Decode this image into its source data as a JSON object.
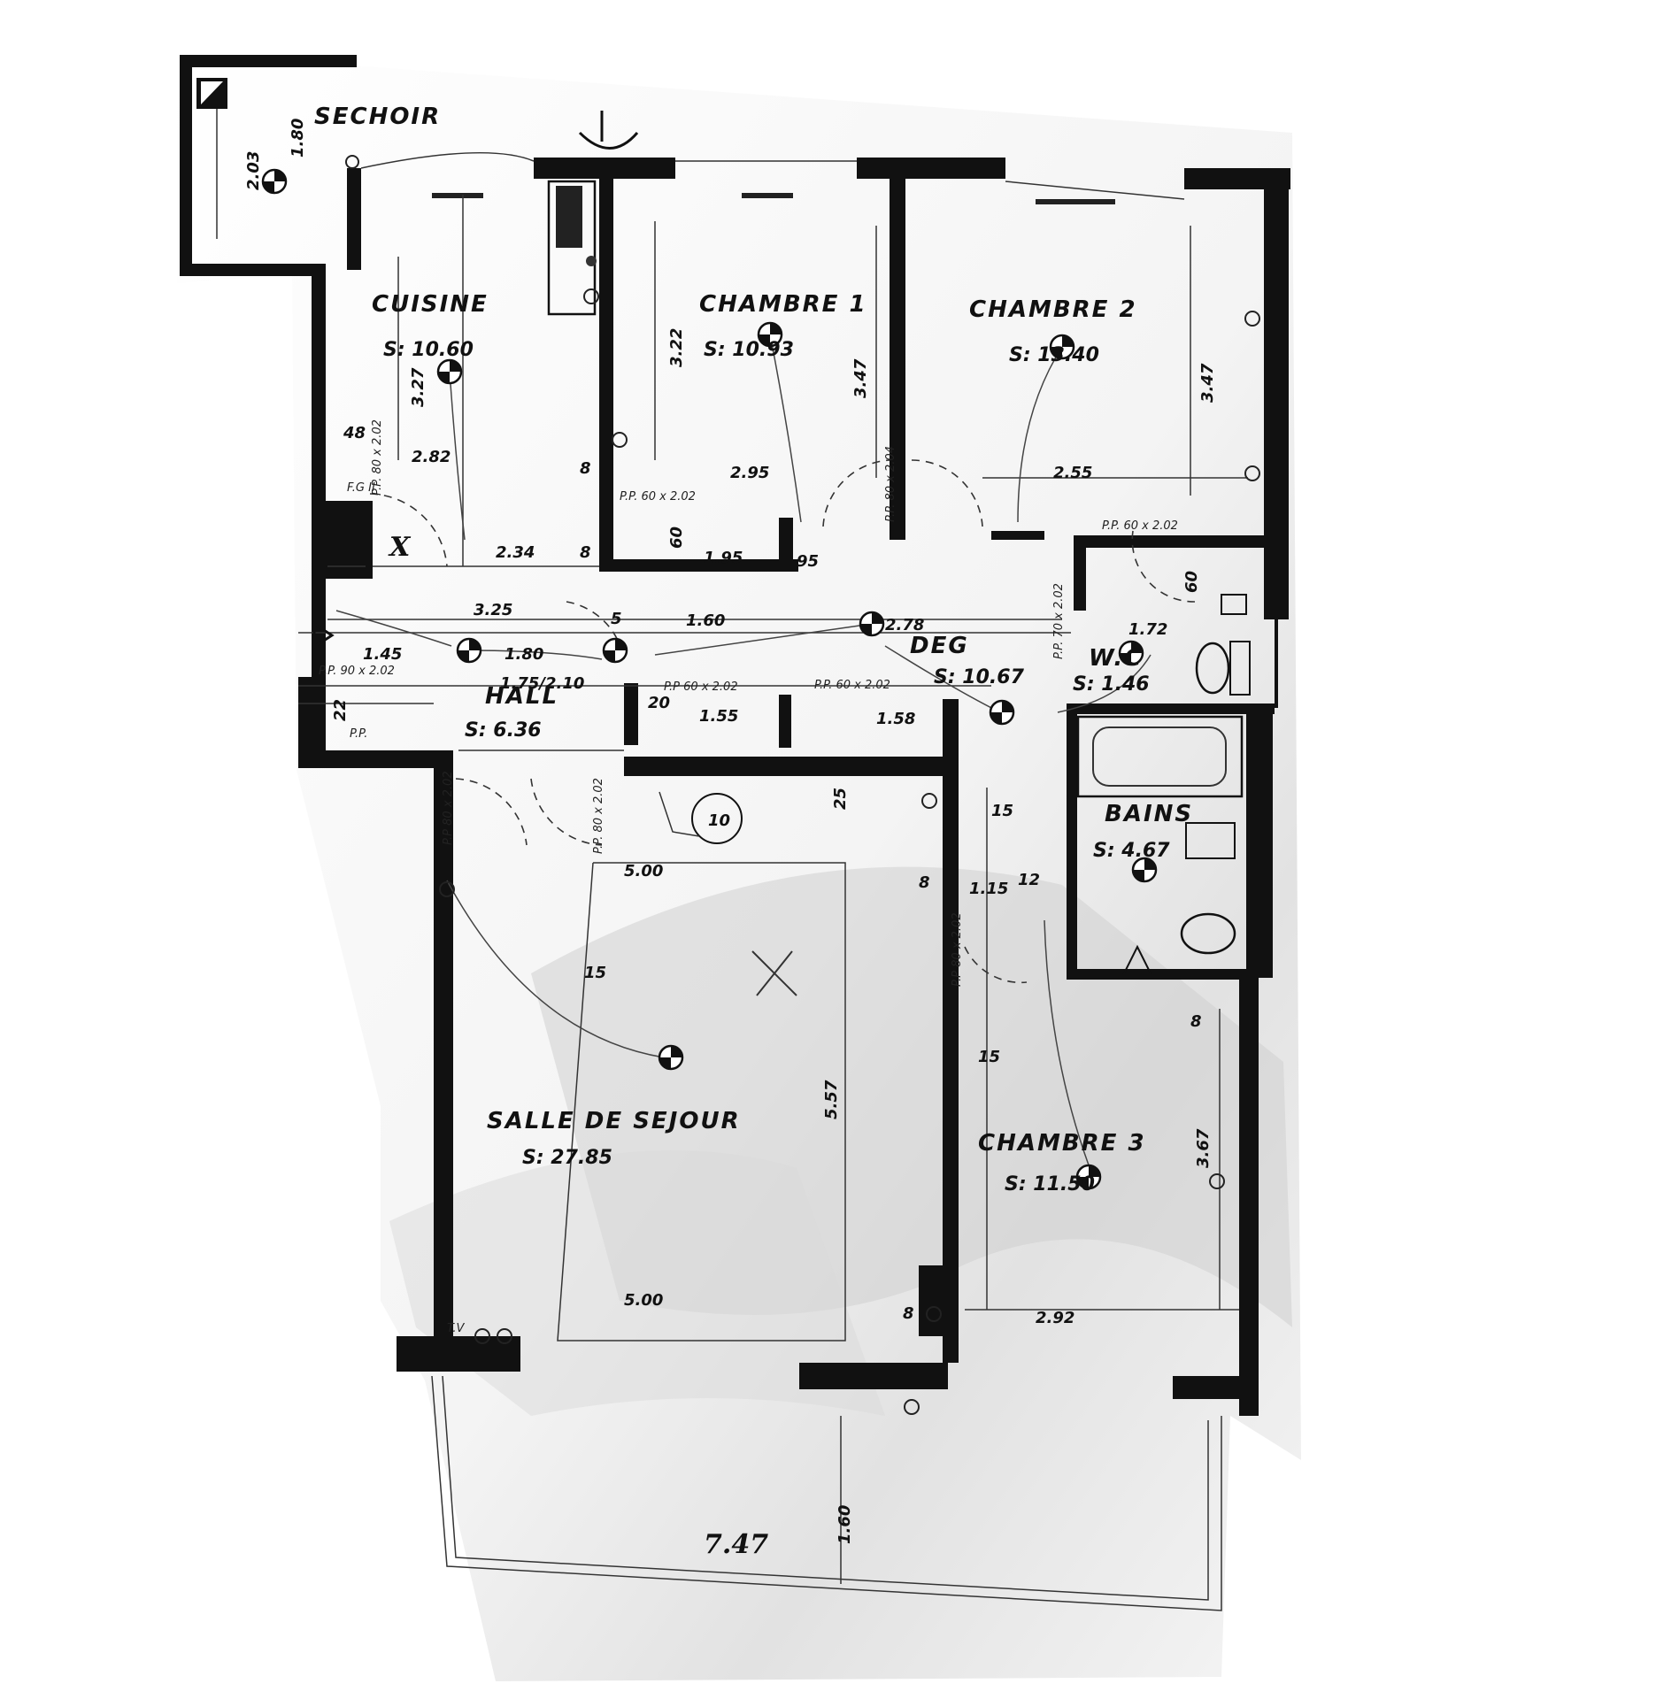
{
  "rooms": {
    "sechoir": {
      "name": "SECHOIR"
    },
    "cuisine": {
      "name": "CUISINE",
      "area": "S: 10.60"
    },
    "chambre1": {
      "name": "CHAMBRE 1",
      "area": "S: 10.93"
    },
    "chambre2": {
      "name": "CHAMBRE 2",
      "area": "S: 13.40"
    },
    "hall": {
      "name": "HALL",
      "area": "S: 6.36"
    },
    "deg": {
      "name": "DEG",
      "area": "S: 10.67"
    },
    "wc": {
      "name": "W.C",
      "area": "S: 1.46"
    },
    "bains": {
      "name": "BAINS",
      "area": "S: 4.67"
    },
    "sejour": {
      "name": "SALLE DE SEJOUR",
      "area": "S: 27.85"
    },
    "chambre3": {
      "name": "CHAMBRE 3",
      "area": "S: 11.50"
    }
  },
  "dimensions": {
    "d_203": "2.03",
    "d_180": "1.80",
    "d_327": "3.27",
    "d_282": "2.82",
    "d_234": "2.34",
    "d_322": "3.22",
    "d_295": "2.95",
    "d_195": "1.95",
    "d_347": "3.47",
    "d_255": "2.55",
    "d_347b": "3.47",
    "d_325": "3.25",
    "d_160": "1.60",
    "d_278": "2.78",
    "d_145": "1.45",
    "d_180b": "1.80",
    "d_175": "1.75/2.10",
    "d_155": "1.55",
    "d_158": "1.58",
    "d_172": "1.72",
    "d_500": "5.00",
    "d_500b": "5.00",
    "d_557": "5.57",
    "d_292": "2.92",
    "d_367": "3.67",
    "d_115": "1.15",
    "d_160c": "1.60",
    "d_747": "7.47",
    "d_95": "95",
    "d_60": "60",
    "d_15": "15",
    "d_25": "25",
    "d_8": "8",
    "d_12": "12",
    "d_20": "20",
    "d_5": "5",
    "d_48": "48",
    "d_22": "22"
  },
  "doors": {
    "pp_a": "P.P. 80 x 2.02",
    "pp_b": "P.P. 60 x 2.02",
    "pp_c": "P.P. 80 x 2.04",
    "pp_d": "P.P. 90 x 2.02",
    "pp_e": "P.P. 70 x 2.02",
    "pp_f": "P.P 60 x 2.02",
    "pp_g": "P.P. 60 x 2.02",
    "pp_h": "P.P. 60 x 2.02",
    "pp_i": "P.P 80 x 2.02"
  },
  "annotations": {
    "circle_num": "10",
    "tv": "T.V",
    "fg": "F.G II",
    "pp": "P.P.",
    "x_mark": "X"
  }
}
